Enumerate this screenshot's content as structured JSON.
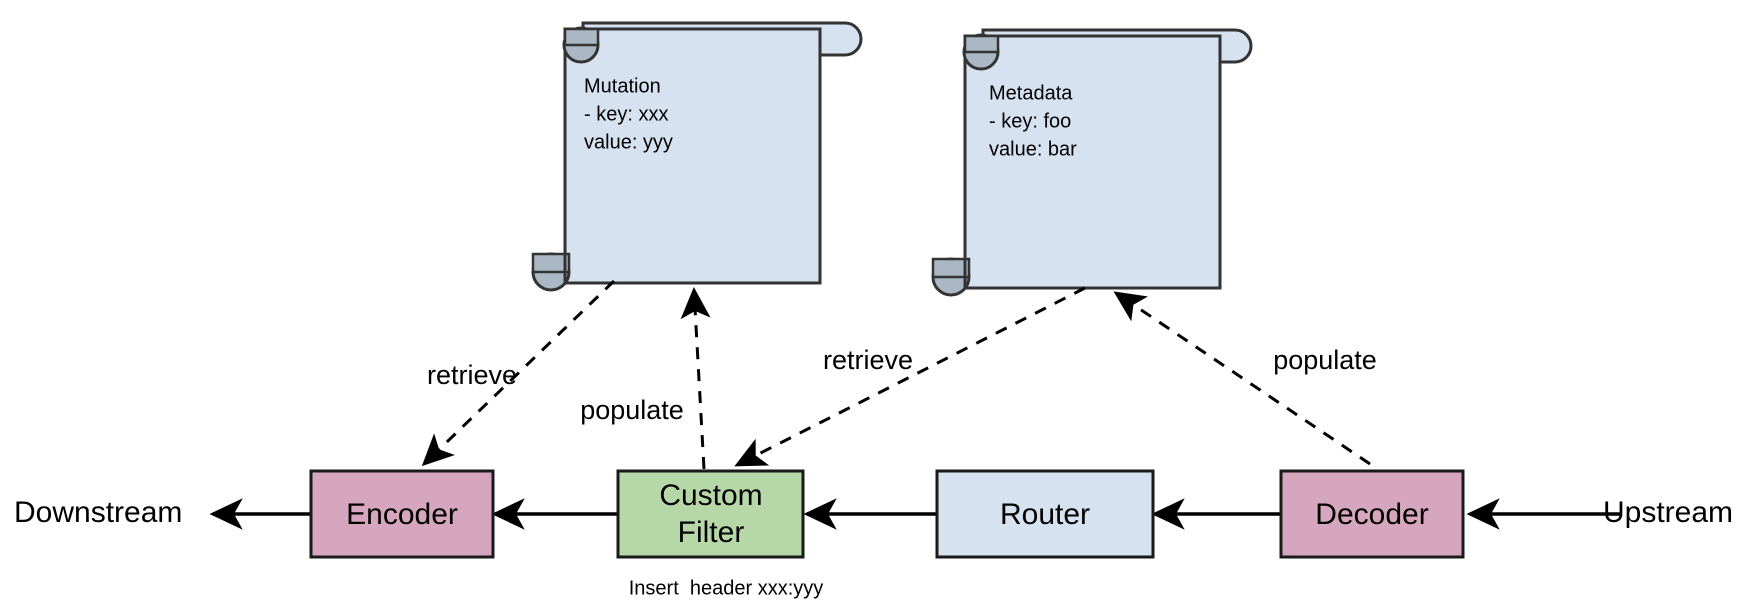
{
  "diagram": {
    "title": "Envoy filter chain header mutation flow",
    "colors": {
      "note_fill": "#d6e2f0",
      "note_curl_fill": "#aab7c4",
      "pink_fill": "#d5a6bd",
      "green_fill": "#b6d7a8",
      "blue_fill": "#d6e2f0",
      "stroke": "#1a1a1a",
      "background": "#ffffff"
    },
    "notes": [
      {
        "id": "mutation-note",
        "lines": [
          "Mutation",
          "  - key: xxx",
          "     value: yyy"
        ]
      },
      {
        "id": "metadata-note",
        "lines": [
          "Metadata",
          "  - key: foo",
          "     value: bar"
        ]
      }
    ],
    "nodes": [
      {
        "id": "encoder",
        "label": "Encoder",
        "fill_key": "pink_fill"
      },
      {
        "id": "custom-filter",
        "label_line1": "Custom",
        "label_line2": "Filter",
        "fill_key": "green_fill"
      },
      {
        "id": "router",
        "label": "Router",
        "fill_key": "blue_fill"
      },
      {
        "id": "decoder",
        "label": "Decoder",
        "fill_key": "pink_fill"
      }
    ],
    "endpoints": {
      "downstream": "Downstream",
      "upstream": "Upstream"
    },
    "edge_labels": {
      "retrieve_left": "retrieve",
      "populate_left": "populate",
      "retrieve_right": "retrieve",
      "populate_right": "populate"
    },
    "caption": "Insert  header xxx:yyy"
  }
}
